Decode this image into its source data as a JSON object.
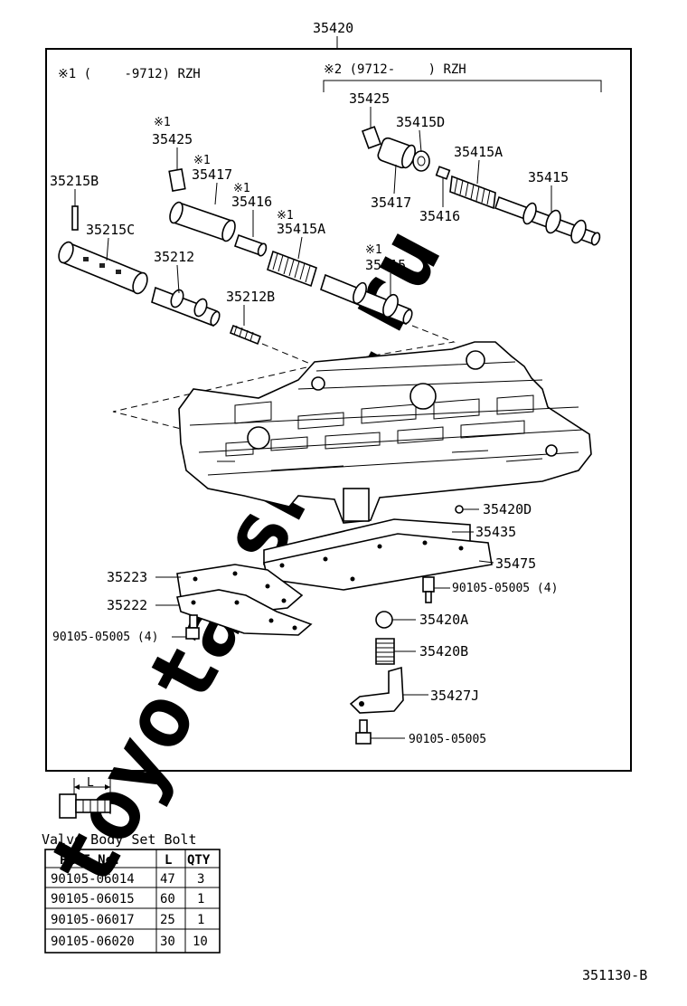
{
  "group_number": "35420",
  "notes": {
    "n1": "※1 (　　 -9712) RZH",
    "n2": "※2 (9712-　　 ) RZH"
  },
  "parts": {
    "p35425_2": "35425",
    "p35415D": "35415D",
    "p35415A_2": "35415A",
    "p35415_2": "35415",
    "p35417_2": "35417",
    "p35416_2": "35416",
    "m1_35425": "※1",
    "p35425_1": "35425",
    "m1_35417": "※1",
    "p35417_1": "35417",
    "m1_35416": "※1",
    "p35416_1": "35416",
    "m1_35415A": "※1",
    "p35415A_1": "35415A",
    "m1_35415": "※1",
    "p35415_1": "35415",
    "p35215B": "35215B",
    "p35215C": "35215C",
    "p35212": "35212",
    "p35212B": "35212B",
    "p35420D": "35420D",
    "p35435": "35435",
    "p35475": "35475",
    "p35223": "35223",
    "p35222": "35222",
    "bolt_right": "90105-05005 (4)",
    "bolt_left": "90105-05005 (4)",
    "p35420A": "35420A",
    "p35420B": "35420B",
    "p35427J": "35427J",
    "bolt_bottom": "90105-05005"
  },
  "bolt_dim_label": "L",
  "table": {
    "title": "Valve Body Set Bolt",
    "headers": [
      "PART No.",
      "L",
      "QTY"
    ],
    "rows": [
      [
        "90105-06014",
        "47",
        "3"
      ],
      [
        "90105-06015",
        "60",
        "1"
      ],
      [
        "90105-06017",
        "25",
        "1"
      ],
      [
        "90105-06020",
        "30",
        "10"
      ]
    ]
  },
  "figure_code": "351130-B",
  "watermark": "toyota-shop.ru"
}
